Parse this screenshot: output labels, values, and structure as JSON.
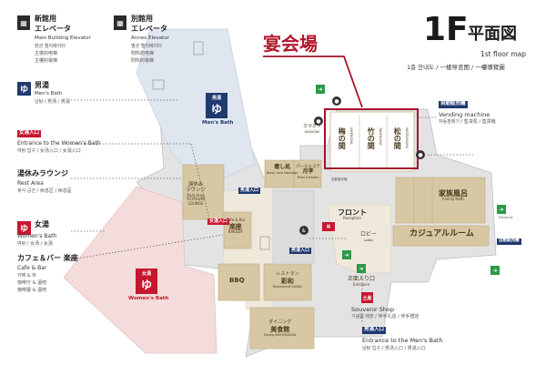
{
  "header": {
    "title_big": "1F",
    "title_jp": "平面図",
    "title_en": "1st floor map",
    "title_multi": "1층 안내도 / 一楼导览图 / 一樓導覽圖",
    "banquet": "宴会場"
  },
  "elevators": {
    "main": {
      "jp": "新館用",
      "jp2": "エレベータ",
      "en": "Main Building Elevator",
      "ko": "본관 엘리베이터",
      "zh1": "主楼的电梯",
      "zh2": "主樓的電梯"
    },
    "annex": {
      "jp": "別館用",
      "jp2": "エレベータ",
      "en": "Annex Elevator",
      "ko": "별관 엘리베이터",
      "zh1": "附所的电梯",
      "zh2": "附所的電梯"
    }
  },
  "left_legend": {
    "mens_bath": {
      "icon": "ゆ",
      "jp": "男湯",
      "en": "Men's Bath",
      "sub": "남탕 / 男汤 / 男湯"
    },
    "womens_entrance": {
      "badge": "女湯入口",
      "en": "Entrance to the Women's Bath",
      "sub": "여탕 입구 / 女汤入口 / 女湯入口"
    },
    "rest_area": {
      "jp": "湯休みラウンジ",
      "en": "Rest Area",
      "sub": "휴식 공간 / 休息区 / 休息區"
    },
    "womens_bath": {
      "icon": "ゆ",
      "jp": "女湯",
      "en": "Women's Bath",
      "sub": "여탕 / 女汤 / 女湯"
    },
    "cafe": {
      "jp": "カフェ＆バー 楽座",
      "en": "Cafe & Bar",
      "sub1": "카페 & 바",
      "sub2": "咖啡厅 & 酒吧",
      "sub3": "咖啡廳 & 酒吧"
    }
  },
  "right_legend": {
    "vending": {
      "badge": "自動販売機",
      "en": "Vending machine",
      "sub": "자동판매기 / 售货机 / 售貨機"
    },
    "souvenir": {
      "en": "Souvenir Shop",
      "sub": "기념품 매장 / 伴手礼店 / 伴手禮店"
    },
    "mens_entrance": {
      "badge": "男湯入口",
      "en": "Entrance to the Men's Bath",
      "sub": "남탕 입구 / 男汤入口 / 男湯入口"
    }
  },
  "map": {
    "mens_bath": {
      "jp": "男湯",
      "icon": "ゆ",
      "en": "Men's Bath"
    },
    "womens_bath": {
      "jp": "女湯",
      "icon": "ゆ",
      "en": "Women's Bath"
    },
    "lounge": {
      "jp1": "湯休み",
      "jp2": "ラウンジ",
      "en1": "Rest Area",
      "en2": "YUYASUMI",
      "en3": "LOUNGE"
    },
    "womens_entrance": "女湯入口",
    "mens_entrance_1": "男湯入口",
    "mens_entrance_2": "男湯入口",
    "cafe": {
      "en": "Cafe & Bar",
      "jp": "楽座",
      "en2": "RAKUZA"
    },
    "bbq": "BBQ",
    "restaurant": {
      "en": "レストラン",
      "jp": "彩和",
      "en2": "Restaurant SAIWA"
    },
    "dining": {
      "jp1": "ダイニング",
      "jp2": "美食館",
      "en": "Dining BISHOKUKAN"
    },
    "karaoke": {
      "jp": "カラオケ",
      "en": "KARAOKE"
    },
    "iyashi": {
      "jp": "癒し処",
      "en": "Body Care Massage"
    },
    "pearl": {
      "jp1": "パールエステ",
      "jp2": "月李",
      "en": "Pearl Esthetic"
    },
    "rooms": [
      {
        "jp": "梅の間",
        "en": "UMENOMA"
      },
      {
        "jp": "竹の間",
        "en": "TAKENOMA"
      },
      {
        "jp": "松の間",
        "en": "MATSUNOMA"
      }
    ],
    "front": {
      "jp": "フロント",
      "en": "Reception"
    },
    "lobby": {
      "jp": "ロビー",
      "en": "Lobby"
    },
    "family_bath": {
      "jp": "家族風呂",
      "en": "Family Bath"
    },
    "casual_room": "カジュアルルーム",
    "main_entrance": {
      "jp": "正面入り口",
      "en": "Entrance"
    },
    "souvenir_icon": "土産",
    "vending_badge": "自動販売機",
    "vending_small": "自動販売機",
    "entrance_small": "Entrance"
  },
  "colors": {
    "annex_blue": "#dfe6ef",
    "women_pink": "#f3dcdb",
    "beige": "#ece4d4",
    "tan": "#d4bf95",
    "gray": "#d9d9d9",
    "red": "#c6172e",
    "navy": "#1f3a6f",
    "green": "#2b9a47"
  }
}
